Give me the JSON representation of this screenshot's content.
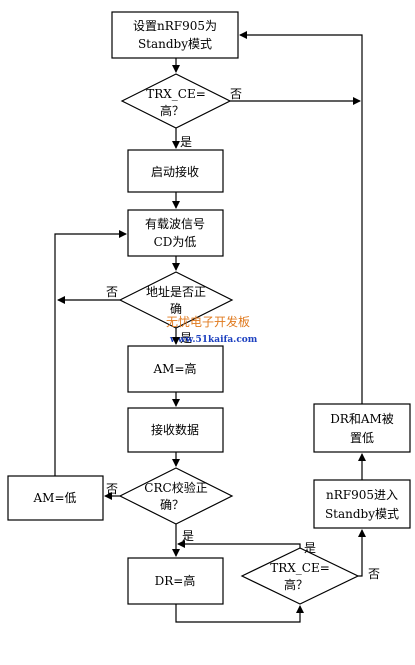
{
  "nodes": {
    "standby_box": {
      "line1": "设置nRF905为",
      "line2": "Standby模式"
    },
    "trx_ce_decision_top": {
      "line1": "TRX_CE=",
      "line2": "高？",
      "yes": "是",
      "no": "否"
    },
    "start_receive": {
      "label": "启动接收"
    },
    "carrier_detect": {
      "line1": "有载波信号",
      "line2": "CD为低"
    },
    "address_check": {
      "line1": "地址是否正",
      "line2": "确",
      "yes": "是",
      "no": "否"
    },
    "am_high": {
      "label": "AM=高"
    },
    "receive_data": {
      "label": "接收数据"
    },
    "crc_check": {
      "line1": "CRC校验正",
      "line2": "确？",
      "yes": "是",
      "no": "否"
    },
    "am_low": {
      "label": "AM=低"
    },
    "dr_high": {
      "label": "DR=高"
    },
    "trx_ce_decision_bottom": {
      "line1": "TRX_CE=",
      "line2": "高？",
      "yes": "是",
      "no": "否"
    },
    "enter_standby": {
      "line1": "nRF905进入",
      "line2": "Standby模式"
    },
    "dr_am_low": {
      "line1": "DR和AM被",
      "line2": "置低"
    }
  },
  "watermark": {
    "line1": "无忧电子开发板",
    "line2": "www.51kaifa.com"
  }
}
